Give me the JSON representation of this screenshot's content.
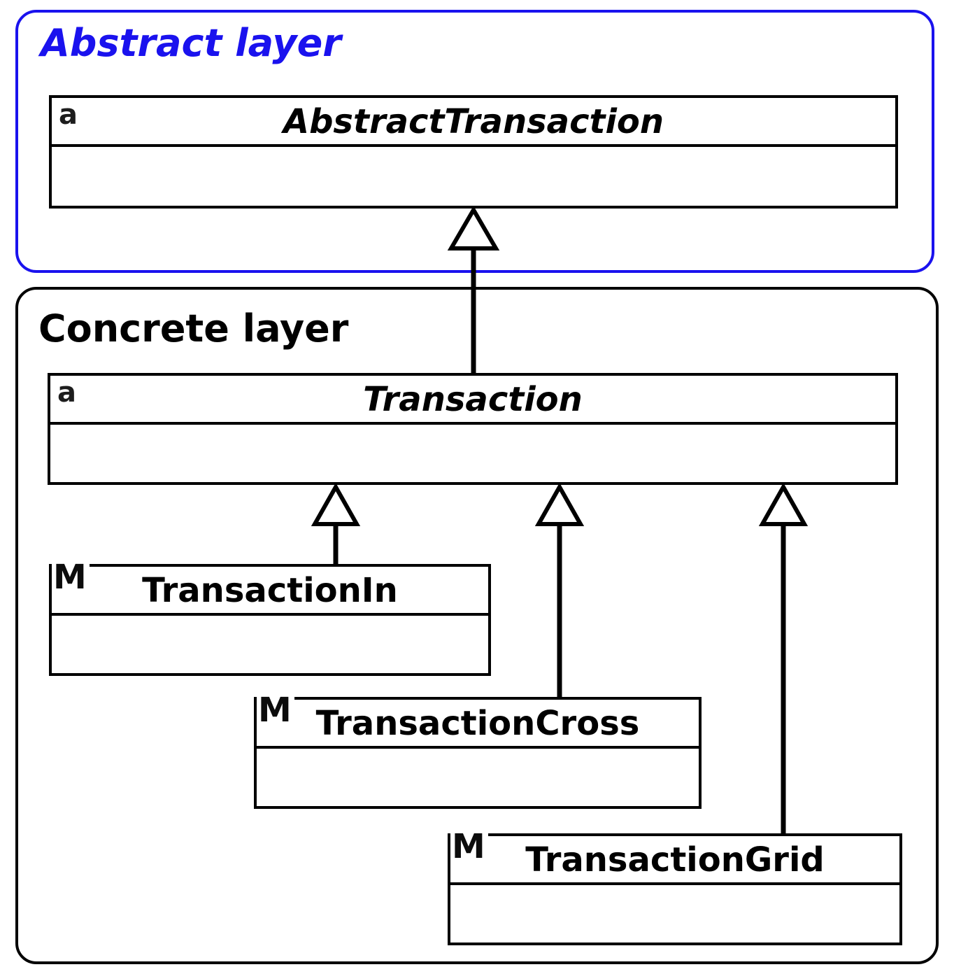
{
  "diagram": {
    "type": "uml-class-diagram",
    "colors": {
      "abstract_layer_accent": "#1a12ee",
      "concrete_layer_accent": "#000000",
      "box_border": "#000000",
      "background": "#ffffff"
    },
    "layers": [
      {
        "label": "Abstract layer",
        "classes": [
          {
            "name": "AbstractTransaction",
            "icon": "a",
            "abstract": true
          }
        ]
      },
      {
        "label": "Concrete layer",
        "classes": [
          {
            "name": "Transaction",
            "icon": "a",
            "abstract": true
          },
          {
            "name": "TransactionIn",
            "icon": "M",
            "abstract": false
          },
          {
            "name": "TransactionCross",
            "icon": "M",
            "abstract": false
          },
          {
            "name": "TransactionGrid",
            "icon": "M",
            "abstract": false
          }
        ]
      }
    ],
    "relations": [
      {
        "from": "Transaction",
        "to": "AbstractTransaction",
        "type": "generalization"
      },
      {
        "from": "TransactionIn",
        "to": "Transaction",
        "type": "generalization"
      },
      {
        "from": "TransactionCross",
        "to": "Transaction",
        "type": "generalization"
      },
      {
        "from": "TransactionGrid",
        "to": "Transaction",
        "type": "generalization"
      }
    ]
  }
}
